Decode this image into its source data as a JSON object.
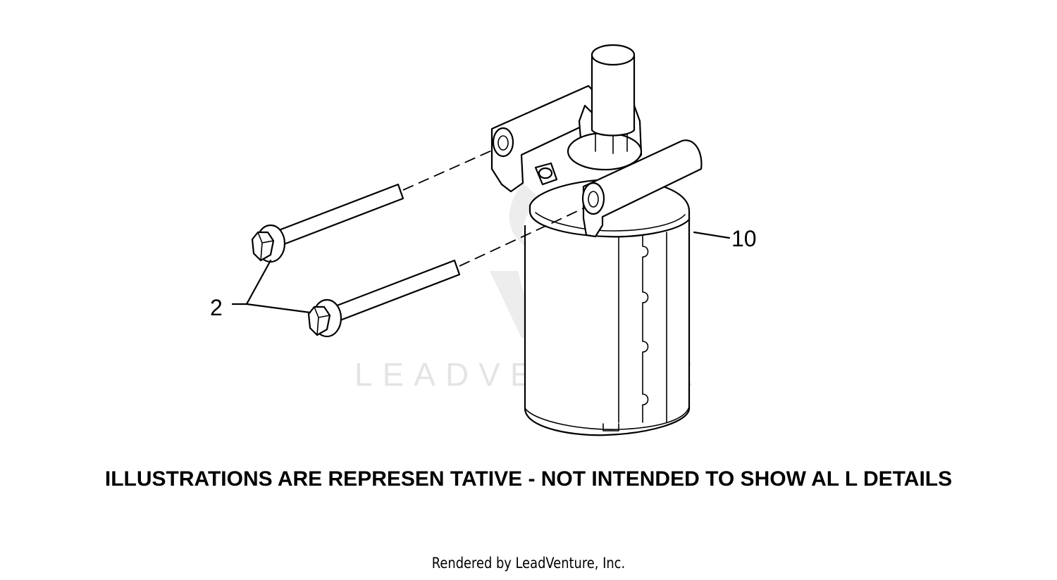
{
  "diagram": {
    "callouts": [
      {
        "id": "2",
        "label": "2",
        "part": "bolt"
      },
      {
        "id": "10",
        "label": "10",
        "part": "starter-motor"
      }
    ],
    "watermark": "LEADVENTURE",
    "disclaimer": "ILLUSTRATIONS ARE REPRESEN TATIVE - NOT INTENDED TO SHOW AL L DETAILS",
    "credit": "Rendered by LeadVenture, Inc."
  }
}
